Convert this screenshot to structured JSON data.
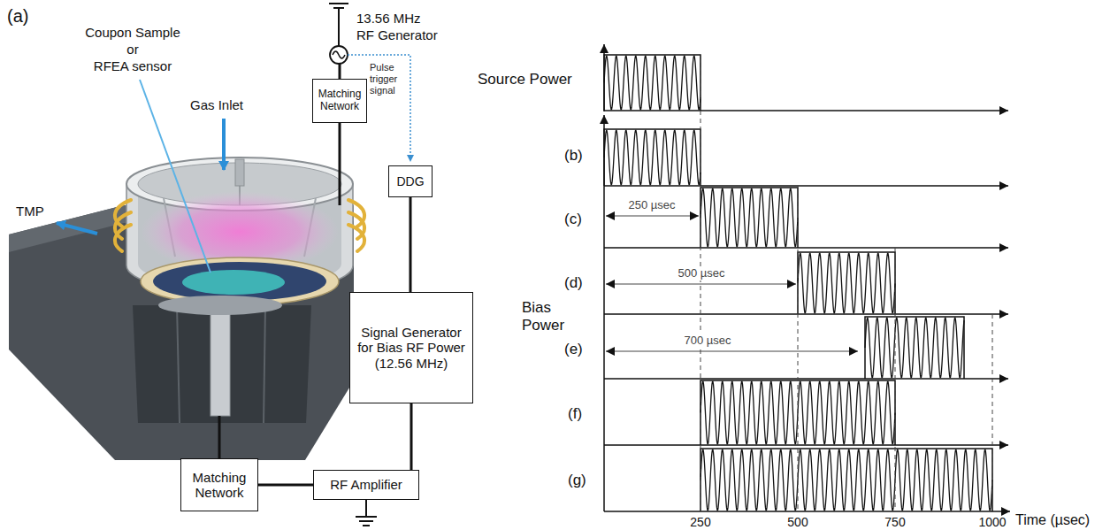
{
  "diagram": {
    "nodes": [
      {
        "text": [
          "Matching Network"
        ]
      },
      {
        "text": [
          "DDG"
        ]
      },
      {
        "text": [
          "Signal Generator for Bias RF Power (12.56 MHz)"
        ]
      },
      {
        "text": [
          "Matching Network"
        ]
      },
      {
        "text": [
          "RF Amplifier"
        ]
      }
    ],
    "edges": [
      {
        "from": 1,
        "to": 2,
        "arrow": "none"
      },
      {
        "from": 2,
        "to": 4,
        "arrow": "none"
      },
      {
        "from": 4,
        "to": 3,
        "arrow": "none"
      }
    ],
    "labels": [
      "(a)",
      "13.56 MHz",
      "RF Generator",
      "Pulse trigger signal",
      "Coupon Sample",
      "or",
      "RFEA sensor",
      "Gas Inlet",
      "TMP",
      "Source Power",
      "Bias Power",
      "(b)",
      "(c)",
      "(d)",
      "(e)",
      "(f)",
      "(g)",
      "250 µsec",
      "500 µsec",
      "700 µsec",
      "250",
      "500",
      "750",
      "1000",
      "Time (µsec)"
    ]
  }
}
